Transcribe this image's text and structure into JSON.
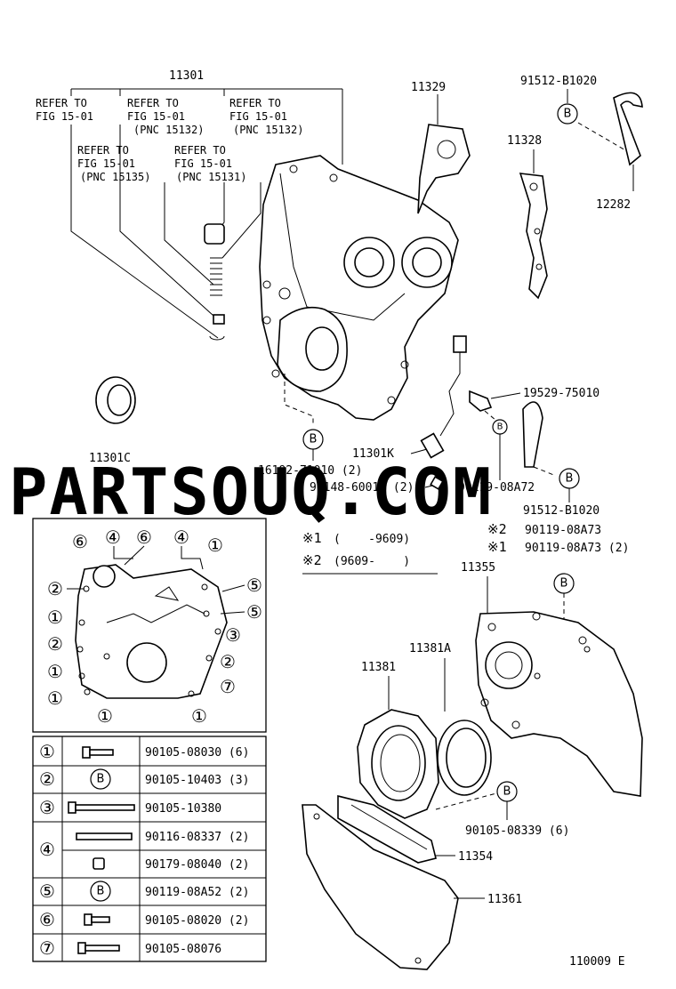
{
  "top_labels": {
    "p11301": "11301",
    "p11329": "11329",
    "p91512_top": "91512-B1020",
    "p11328": "11328",
    "p12282": "12282",
    "p19529": "19529-75010",
    "p11301C": "11301C",
    "p11301K": "11301K",
    "p16192": "16192-71010 (2)",
    "p90148": "90148-60016 (2)",
    "p90119_72": "90119-08A72",
    "p91512_bot": "91512-B1020",
    "p90119_73": "90119-08A73",
    "p90119_73_2": "90119-08A73 (2)",
    "p11355": "11355",
    "p11381A": "11381A",
    "p11381": "11381",
    "p90105_339": "90105-08339 (6)",
    "p11354": "11354",
    "p11361": "11361",
    "fig_code": "110009 E"
  },
  "refer": [
    {
      "l1": "REFER TO",
      "l2": "FIG 15-01",
      "l3": ""
    },
    {
      "l1": "REFER TO",
      "l2": "FIG 15-01",
      "l3": "(PNC 15132)"
    },
    {
      "l1": "REFER TO",
      "l2": "FIG 15-01",
      "l3": "(PNC 15132)"
    },
    {
      "l1": "REFER TO",
      "l2": "FIG 15-01",
      "l3": "(PNC 15135)"
    },
    {
      "l1": "REFER TO",
      "l2": "FIG 15-01",
      "l3": "(PNC 15131)"
    }
  ],
  "markers": {
    "B": "B",
    "ref1": "※1",
    "ref2": "※2"
  },
  "notes": {
    "n1_range": "(    -9609)",
    "n2_range": "(9609-    )"
  },
  "watermark": "PARTSOUQ.COM",
  "bolt_table": {
    "rows": [
      {
        "num": "①",
        "part": "90105-08030 (6)",
        "icon": "bolt-icon",
        "b": ""
      },
      {
        "num": "②",
        "part": "90105-10403 (3)",
        "icon": "",
        "b": "B"
      },
      {
        "num": "③",
        "part": "90105-10380",
        "icon": "long-bolt-icon",
        "b": ""
      },
      {
        "num": "④",
        "part": "90116-08337 (2)",
        "icon": "stud-bolt-icon",
        "b": ""
      },
      {
        "num": "",
        "part": "90179-08040 (2)",
        "icon": "nut-icon",
        "b": ""
      },
      {
        "num": "⑤",
        "part": "90119-08A52 (2)",
        "icon": "",
        "b": "B"
      },
      {
        "num": "⑥",
        "part": "90105-08020 (2)",
        "icon": "bolt-icon",
        "b": ""
      },
      {
        "num": "⑦",
        "part": "90105-08076",
        "icon": "bolt-icon",
        "b": ""
      }
    ]
  },
  "inset_callouts": [
    "⑥",
    "④",
    "⑥",
    "④",
    "①",
    "②",
    "①",
    "②",
    "①",
    "①",
    "①",
    "①",
    "⑤",
    "⑤",
    "③",
    "②",
    "⑦"
  ]
}
